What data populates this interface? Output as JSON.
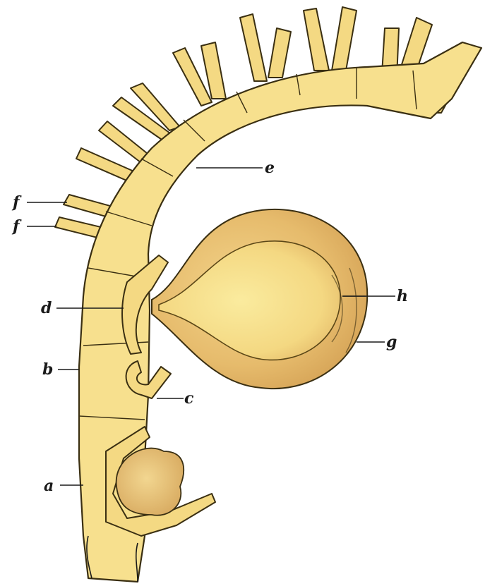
{
  "labels": {
    "a": "a",
    "b": "b",
    "c": "c",
    "d": "d",
    "e": "e",
    "f1": "f",
    "f2": "f",
    "g": "g",
    "h": "h"
  },
  "colors": {
    "stalk_fill": "#f7e08e",
    "outline": "#3a2f12",
    "gonotheca_outer": "#e2b566",
    "gonotheca_inner": "#f8e28c",
    "background": "#ffffff"
  }
}
